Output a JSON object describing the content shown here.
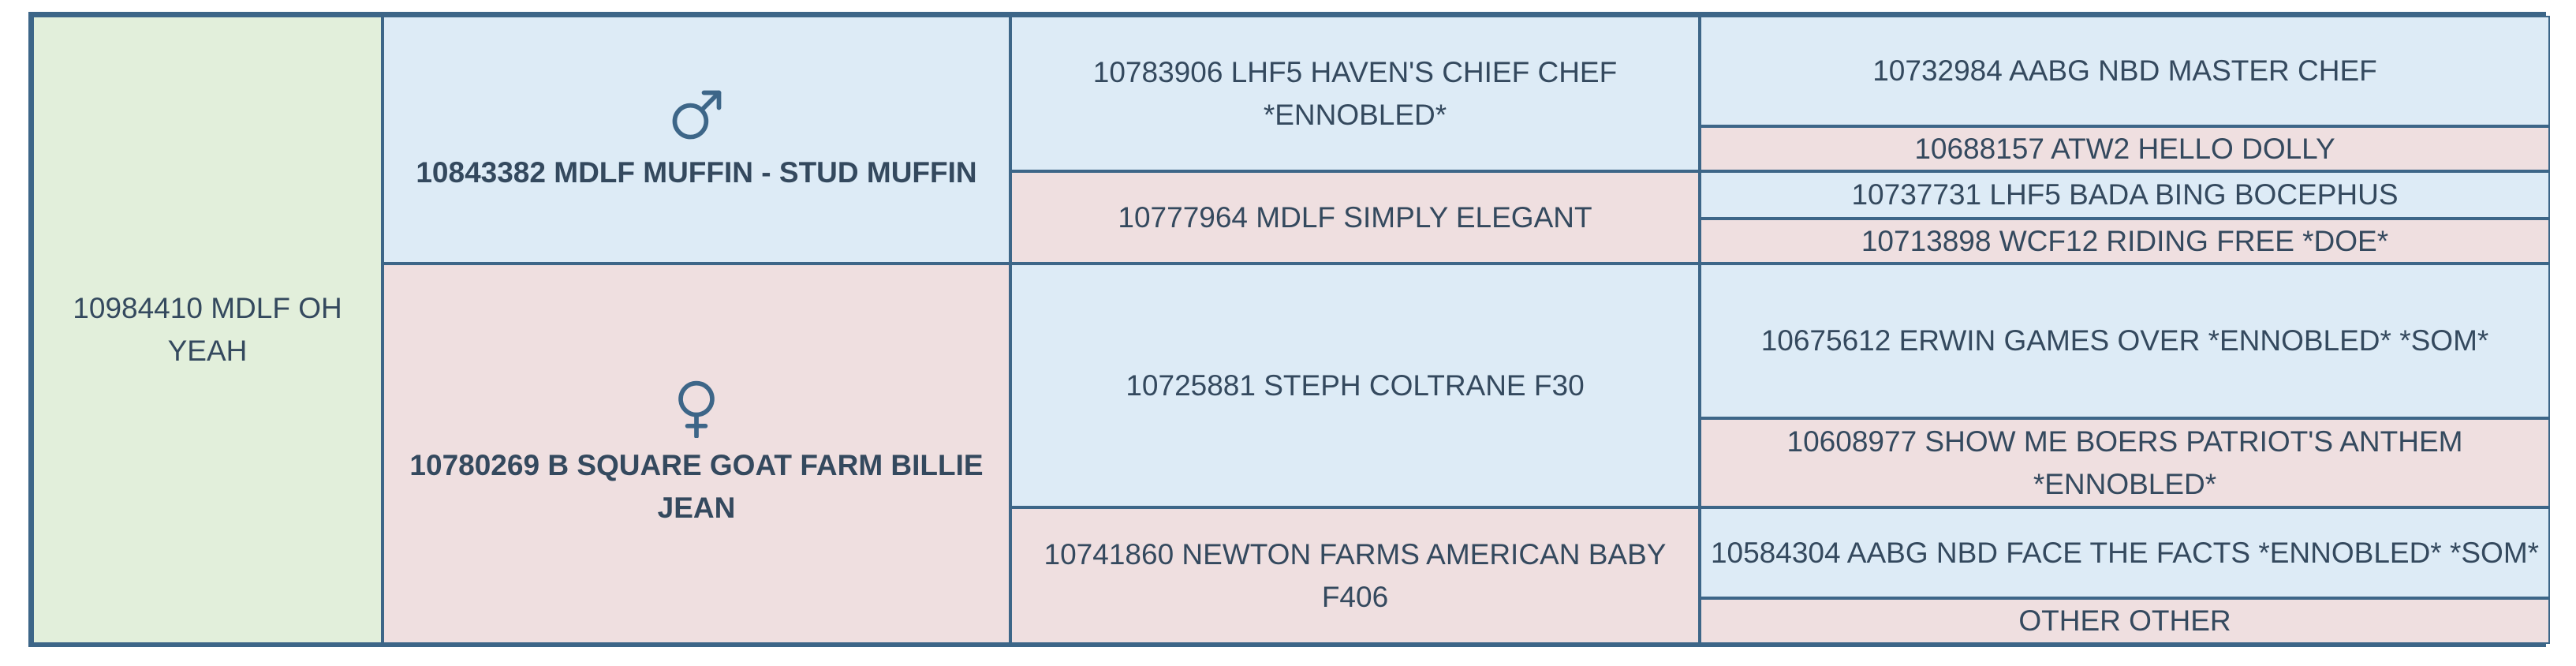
{
  "pedigree": {
    "subject": {
      "name": "10984410 MDLF OH YEAH"
    },
    "sire": {
      "name": "10843382 MDLF MUFFIN - STUD MUFFIN",
      "icon": "male-symbol-icon",
      "sire": {
        "name": "10783906 LHF5 HAVEN'S CHIEF CHEF *ENNOBLED*"
      },
      "dam": {
        "name": "10777964 MDLF SIMPLY ELEGANT"
      },
      "sire_sire": {
        "name": "10732984 AABG NBD MASTER CHEF"
      },
      "sire_dam": {
        "name": "10688157 ATW2 HELLO DOLLY"
      },
      "dam_sire": {
        "name": "10737731 LHF5 BADA BING BOCEPHUS"
      },
      "dam_dam": {
        "name": "10713898 WCF12 RIDING FREE *DOE*"
      }
    },
    "dam": {
      "name": "10780269 B SQUARE GOAT FARM BILLIE JEAN",
      "icon": "female-symbol-icon",
      "sire": {
        "name": "10725881 STEPH COLTRANE F30"
      },
      "dam": {
        "name": "10741860 NEWTON FARMS AMERICAN BABY F406"
      },
      "sire_sire": {
        "name": "10675612 ERWIN GAMES OVER *ENNOBLED* *SOM*"
      },
      "sire_dam": {
        "name": "10608977 SHOW ME BOERS PATRIOT'S ANTHEM *ENNOBLED*"
      },
      "dam_sire": {
        "name": "10584304 AABG NBD FACE THE FACTS *ENNOBLED* *SOM*"
      },
      "dam_dam": {
        "name": "OTHER OTHER"
      }
    }
  },
  "colors": {
    "border": "#3d6688",
    "subject_bg": "#e2efdb",
    "male_bg": "#ddebf6",
    "female_bg": "#efdfe0",
    "text": "#34495e"
  }
}
